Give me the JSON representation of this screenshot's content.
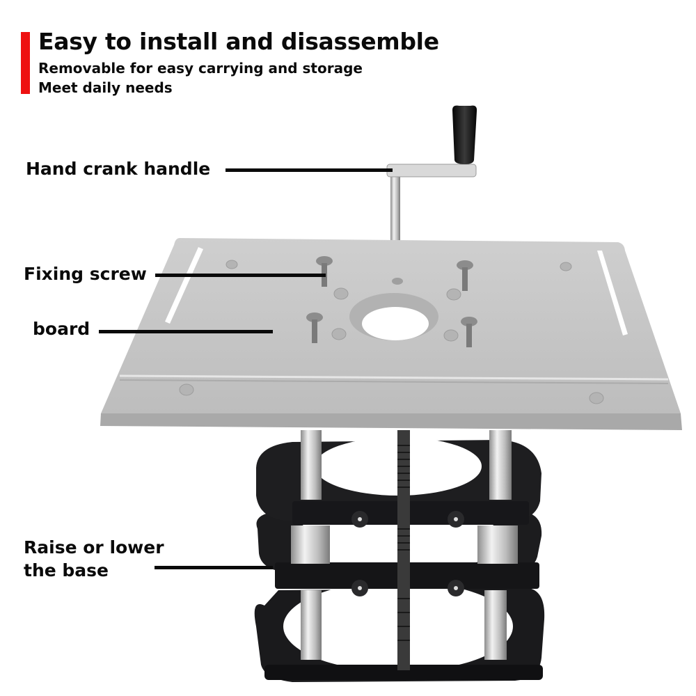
{
  "header": {
    "title": "Easy to install and disassemble",
    "lines": [
      "Removable for easy carrying and storage",
      "Meet daily needs"
    ],
    "accent_color": "#ee1111"
  },
  "callouts": [
    {
      "label": "Hand crank handle"
    },
    {
      "label": "Fixing screw"
    },
    {
      "label": "board"
    },
    {
      "label_line1": "Raise or lower",
      "label_line2": "the base"
    }
  ],
  "colors": {
    "plate": "#c4c4c4",
    "plate_edge": "#a9a9a9",
    "base": "#1c1c1e",
    "rod": "#d8d8d8",
    "leader": "#0a0a0a"
  }
}
